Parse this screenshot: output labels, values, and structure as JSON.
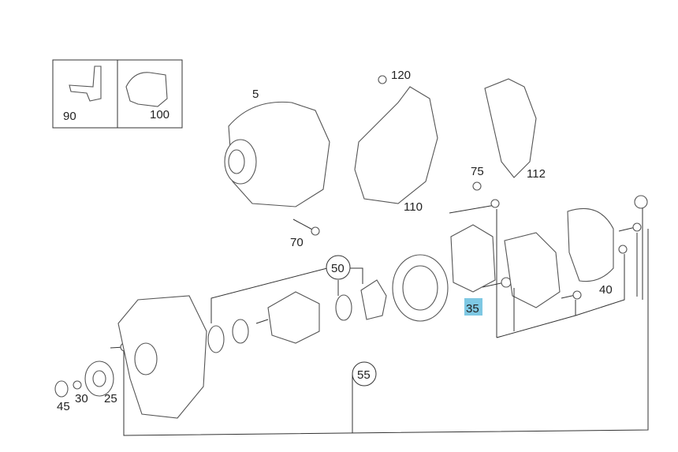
{
  "diagram": {
    "highlight_color": "#7ec8e3",
    "labels": {
      "p90": "90",
      "p100": "100",
      "p5": "5",
      "p120": "120",
      "p110": "110",
      "p112": "112",
      "p75": "75",
      "p70": "70",
      "p50": "50",
      "p35": "35",
      "p40": "40",
      "p55": "55",
      "p45": "45",
      "p30": "30",
      "p25": "25"
    }
  }
}
